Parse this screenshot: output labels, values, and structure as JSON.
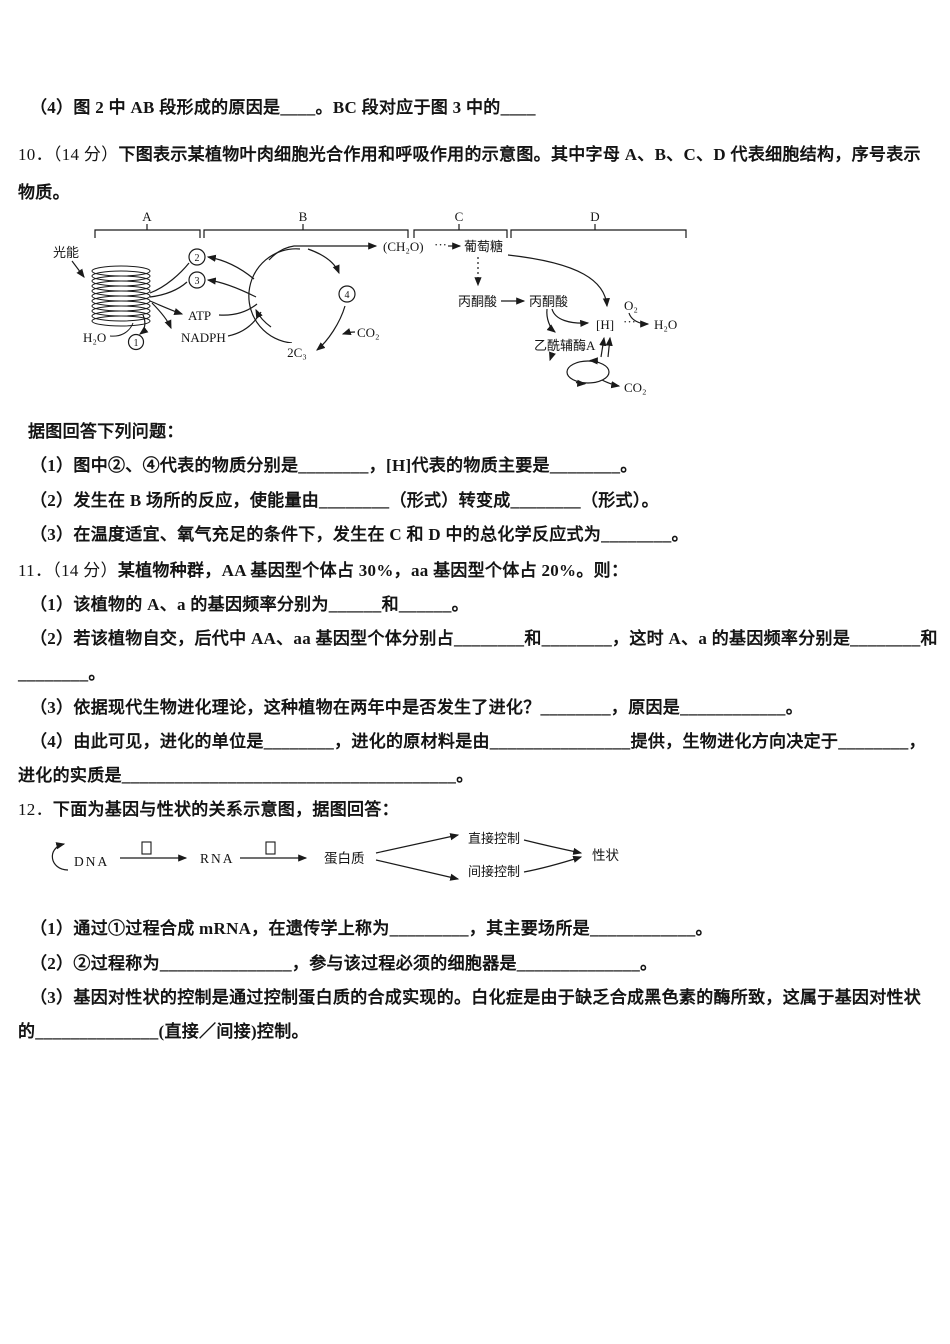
{
  "page": {
    "background": "#ffffff",
    "ink": "#1a1a1a",
    "type": "biology-exam-sheet"
  },
  "lines": {
    "q9_4": "（4）图 2 中 AB 段形成的原因是____。BC 段对应于图 3 中的____",
    "q10_num": "10．（14 分）",
    "q10_intro": "下图表示某植物叶肉细胞光合作用和呼吸作用的示意图。其中字母 A、B、C、D 代表细胞结构，序号表示",
    "q10_intro2": "物质。",
    "q10_prompt": "据图回答下列问题：",
    "q10_1": "（1）图中②、④代表的物质分别是________，[H]代表的物质主要是________。",
    "q10_2": "（2）发生在 B 场所的反应，使能量由________（形式）转变成________（形式）。",
    "q10_3": "（3）在温度适宜、氧气充足的条件下，发生在 C 和 D 中的总化学反应式为________。",
    "q11_num": "11．（14 分）",
    "q11_intro": "某植物种群，AA 基因型个体占 30%，aa 基因型个体占 20%。则：",
    "q11_1": "（1）该植物的 A、a 的基因频率分别为______和______。",
    "q11_2": "（2）若该植物自交，后代中 AA、aa 基因型个体分别占________和________，这时 A、a 的基因频率分别是________和",
    "q11_2b": "________。",
    "q11_3": "（3）依据现代生物进化理论，这种植物在两年中是否发生了进化？________，原因是____________。",
    "q11_4": "（4）由此可见，进化的单位是________，进化的原材料是由________________提供，生物进化方向决定于________，",
    "q11_4b": "进化的实质是______________________________________。",
    "q12_num": "12．",
    "q12_intro": "下面为基因与性状的关系示意图，据图回答：",
    "q12_1": "（1）通过①过程合成 mRNA，在遗传学上称为_________，其主要场所是____________。",
    "q12_2": "（2）②过程称为_______________，参与该过程必须的细胞器是______________。",
    "q12_3": "（3）基因对性状的控制是通过控制蛋白质的合成实现的。白化症是由于缺乏合成黑色素的酶所致，这属于基因对性状",
    "q12_3b": "的______________(直接／间接)控制。"
  },
  "diagram1": {
    "sections": {
      "a": "A",
      "b": "B",
      "c": "C",
      "d": "D"
    },
    "labels": {
      "light": "光能",
      "water_in": "H₂O",
      "atp": "ATP",
      "nadph": "NADPH",
      "ch2o": "(CH₂O)",
      "dots1": "···",
      "glucose": "葡萄糖",
      "c3": "2C₃",
      "co2_in": "CO₂",
      "pyruvate1": "丙酮酸",
      "pyruvate2": "丙酮酸",
      "h_carrier": "[H]",
      "o2": "O₂",
      "water_out": "H₂O",
      "acetyl_coa": "乙酰辅酶A",
      "dots2": "···",
      "co2_out": "CO₂"
    },
    "numbers": {
      "n1": "1",
      "n2": "2",
      "n3": "3",
      "n4": "4"
    }
  },
  "diagram2": {
    "dna": "DNA",
    "rna": "RNA",
    "protein": "蛋白质",
    "direct": "直接控制",
    "indirect": "间接控制",
    "trait": "性状"
  }
}
